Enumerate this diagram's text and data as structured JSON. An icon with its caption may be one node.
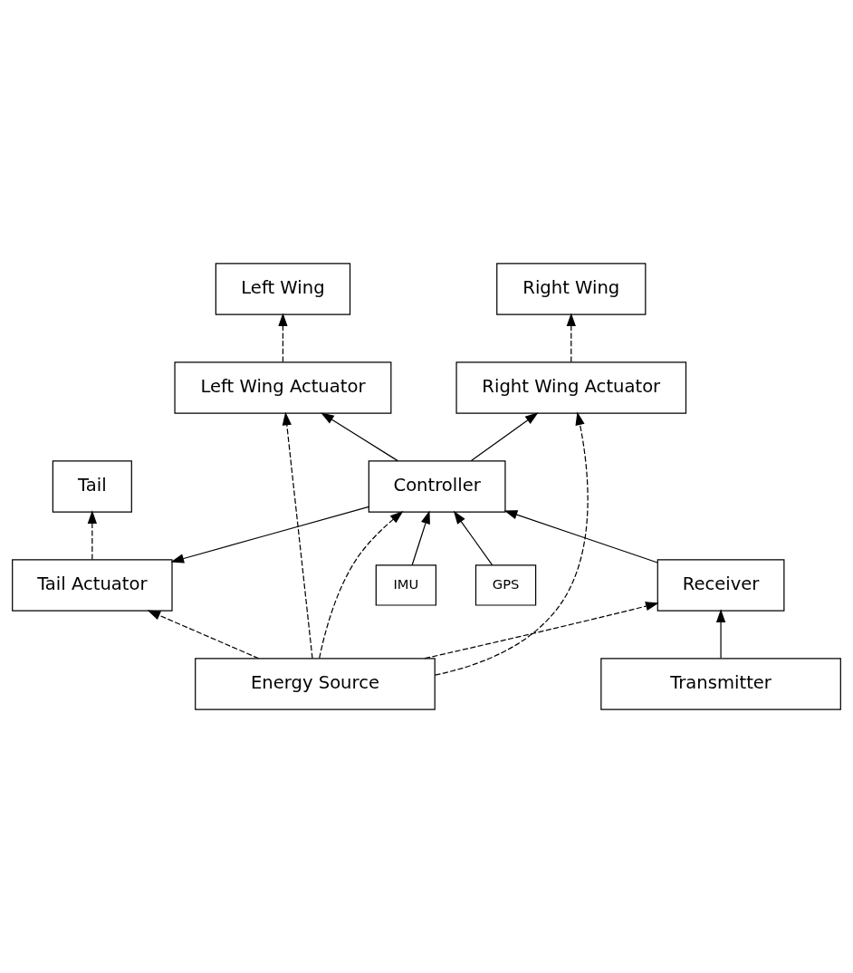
{
  "diagram": {
    "nodes": [
      {
        "text": [
          "Tail"
        ]
      },
      {
        "text": [
          "Left Wing"
        ]
      },
      {
        "text": [
          "Right Wing"
        ]
      },
      {
        "text": [
          "Left Wing Actuator"
        ]
      },
      {
        "text": [
          "Right Wing Actuator"
        ]
      },
      {
        "text": [
          "GPS"
        ]
      },
      {
        "text": [
          "Controller"
        ]
      },
      {
        "text": [
          "IMU"
        ]
      },
      {
        "text": [
          "Tail Actuator"
        ]
      },
      {
        "text": [
          "Receiver"
        ]
      },
      {
        "text": [
          "Transmitter"
        ]
      },
      {
        "text": [
          "Energy Source"
        ]
      }
    ],
    "edges": [
      {
        "from": 8,
        "to": 0,
        "arrow": "to",
        "style": "dashed"
      },
      {
        "from": 3,
        "to": 1,
        "arrow": "to",
        "style": "dashed"
      },
      {
        "from": 4,
        "to": 2,
        "arrow": "to",
        "style": "dashed"
      },
      {
        "from": 6,
        "to": 3,
        "arrow": "to"
      },
      {
        "from": 6,
        "to": 4,
        "arrow": "to"
      },
      {
        "from": 5,
        "to": 6,
        "arrow": "to"
      },
      {
        "from": 7,
        "to": 6,
        "arrow": "to"
      },
      {
        "from": 6,
        "to": 8,
        "arrow": "to"
      },
      {
        "from": 9,
        "to": 6,
        "arrow": "to"
      },
      {
        "from": 11,
        "to": 6,
        "arrow": "to",
        "style": "dashed"
      },
      {
        "from": 11,
        "to": 4,
        "arrow": "to",
        "style": "dashed"
      },
      {
        "from": 11,
        "to": 3,
        "arrow": "to",
        "style": "dashed"
      },
      {
        "from": 10,
        "to": 9,
        "arrow": "to"
      },
      {
        "from": 11,
        "to": 9,
        "arrow": "to",
        "style": "dashed"
      },
      {
        "from": 11,
        "to": 8,
        "arrow": "to",
        "style": "dashed"
      }
    ]
  }
}
